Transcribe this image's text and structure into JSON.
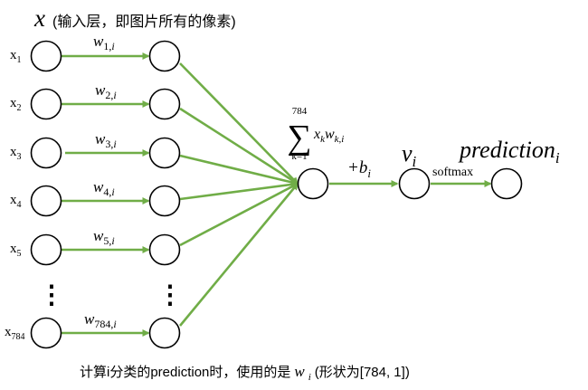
{
  "title": {
    "symbol": "x",
    "text": "(输入层，即图片所有的像素)"
  },
  "inputs": [
    {
      "base": "x",
      "sub": "1"
    },
    {
      "base": "x",
      "sub": "2"
    },
    {
      "base": "x",
      "sub": "3"
    },
    {
      "base": "x",
      "sub": "4"
    },
    {
      "base": "x",
      "sub": "5"
    },
    {
      "base": "x",
      "sub": "784"
    }
  ],
  "weights": [
    {
      "base": "w",
      "sub": "1,",
      "idx": "i"
    },
    {
      "base": "w",
      "sub": "2,",
      "idx": "i"
    },
    {
      "base": "w",
      "sub": "3,",
      "idx": "i"
    },
    {
      "base": "w",
      "sub": "4,",
      "idx": "i"
    },
    {
      "base": "w",
      "sub": "5,",
      "idx": "i"
    },
    {
      "base": "w",
      "sub": "784,",
      "idx": "i"
    }
  ],
  "ellipsis": "⋮",
  "sum": {
    "upper": "784",
    "sigma": "∑",
    "lower": "k=1",
    "term_x": "x",
    "term_x_sub": "k",
    "term_w": "w",
    "term_w_sub": "k,i"
  },
  "bias": {
    "prefix": "+b",
    "sub": "i"
  },
  "v": {
    "base": "v",
    "sub": "i"
  },
  "softmax": "softmax",
  "prediction": {
    "base": "prediction",
    "sub": "i"
  },
  "caption": {
    "before": "计算i分类的prediction时，使用的是",
    "w": "w",
    "w_sub": "i",
    "after": "(形状为[784, 1])"
  },
  "colors": {
    "arrow": "#70ad47",
    "node_stroke": "#000000"
  }
}
